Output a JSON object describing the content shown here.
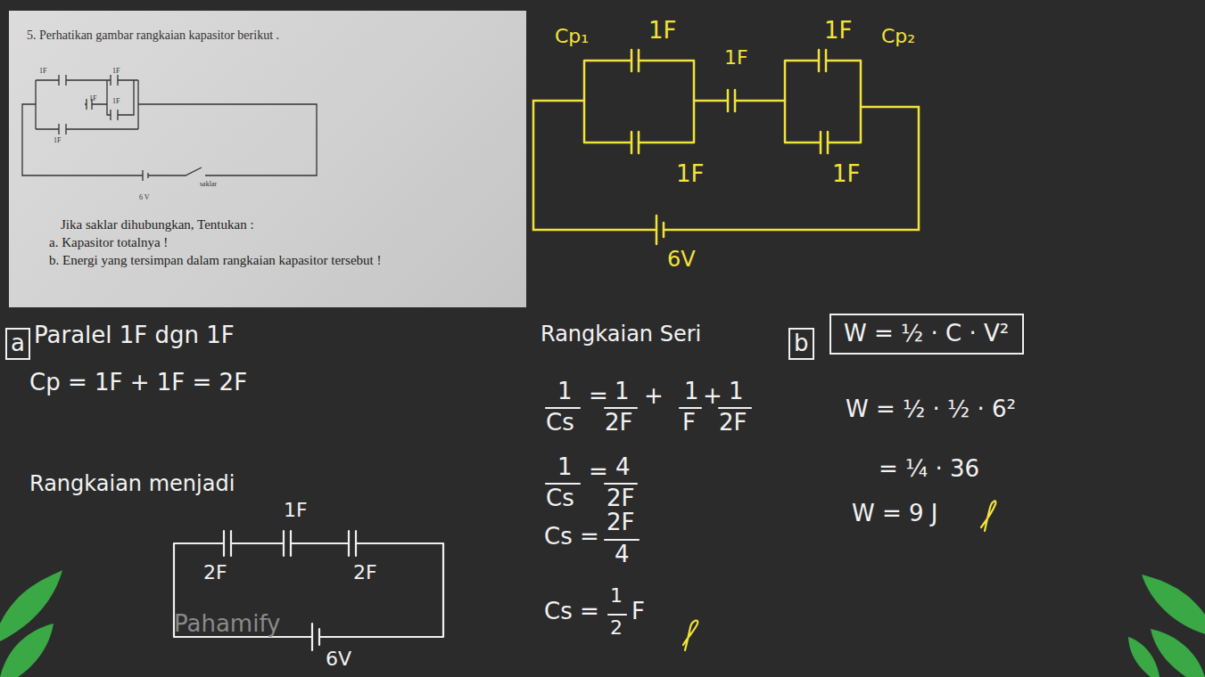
{
  "diagram": {
    "nodes": [
      {
        "text": [
          "5. Perhatikan gambar rangkaian kapasitor berikut .",
          "1F",
          "1F",
          "1F",
          "1F",
          "1F",
          "saklar",
          "6 V",
          "Jika saklar dihubungkan, Tentukan :",
          "a. Kapasitor totalnya !",
          "b. Energi yang tersimpan dalam rangkaian kapasitor tersebut !"
        ]
      },
      {
        "text": [
          "a"
        ]
      },
      {
        "text": [
          "b"
        ]
      },
      {
        "text": [
          "W = ½ · C · V²"
        ]
      }
    ],
    "edges": [],
    "labels": [
      "Cp₁",
      "1F",
      "1F",
      "1F",
      "Cp₂",
      "1F",
      "1F",
      "6V",
      "Paralel 1F dgn 1F",
      "Cp = 1F + 1F = 2F",
      "Rangkaian menjadi",
      "1F",
      "2F",
      "2F",
      "6V",
      "Rangkaian Seri",
      "1",
      "Cs",
      "=",
      "1",
      "2F",
      "+",
      "1",
      "F",
      "+",
      "1",
      "2F",
      "1",
      "Cs",
      "=",
      "4",
      "2F",
      "Cs =",
      "2F",
      "4",
      "Cs =",
      "1",
      "2",
      "F",
      "W = ½ · ½ · 6²",
      "= ¼ · 36",
      "W = 9 J",
      "Pahamify"
    ]
  }
}
